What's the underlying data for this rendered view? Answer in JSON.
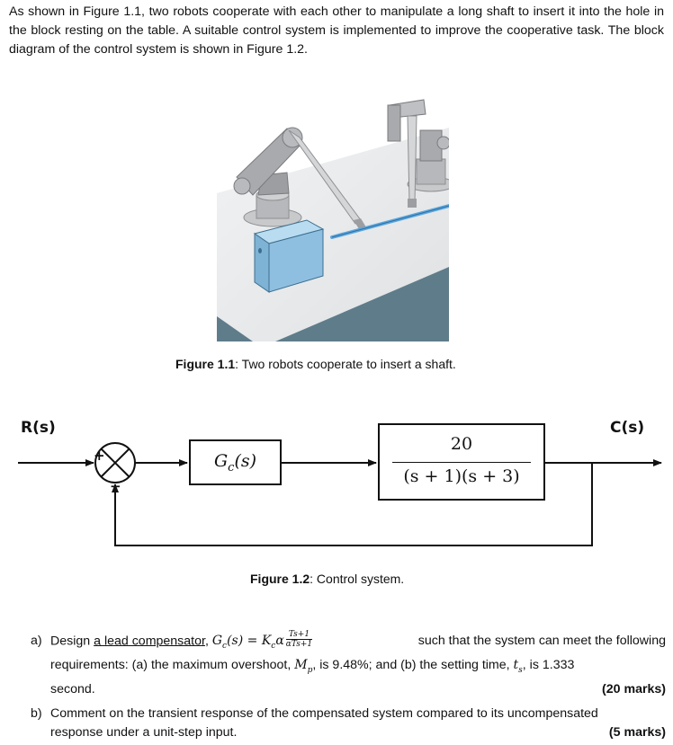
{
  "intro": "As shown in Figure 1.1, two robots cooperate with each other to manipulate a long shaft to insert it into the hole in the block resting on the table. A suitable control system is implemented to improve the cooperative task. The block diagram of the control system is shown in Figure 1.2.",
  "figure1": {
    "label": "Figure 1.1",
    "caption": ": Two robots cooperate to insert a shaft."
  },
  "figure2": {
    "label": "Figure 1.2",
    "caption": ": Control system.",
    "input_signal": "R(s)",
    "output_signal": "C(s)",
    "compensator": "Gc(s)",
    "plant_num": "20",
    "plant_den": "(s + 1)(s + 3)",
    "sum_plus": "+",
    "sum_minus": "−"
  },
  "questions": {
    "a": {
      "label": "a)",
      "lead": "Design ",
      "link": "a lead compensator",
      "formula_lhs": "Gc(s) = Kcα",
      "frac_num": "Ts+1",
      "frac_den": "αTs+1",
      "after": ", such that the system can meet the following requirements: (a) the maximum overshoot, ",
      "mp": "Mp",
      "mid": ", is 9.48%; and (b) the setting time, ",
      "ts": "ts",
      "tail": ", is 1.333",
      "last": "second.",
      "marks": "(20 marks)"
    },
    "b": {
      "label": "b)",
      "line1": "Comment on the transient response of the compensated system compared to its uncompensated",
      "line2": "response under a unit-step input.",
      "marks": "(5 marks)"
    }
  },
  "colors": {
    "block": "#8fbfe0",
    "shaft": "#5aa6de",
    "floor": "#5f7c8a",
    "table": "#e6e8ea",
    "robot": "#a9aaad"
  }
}
